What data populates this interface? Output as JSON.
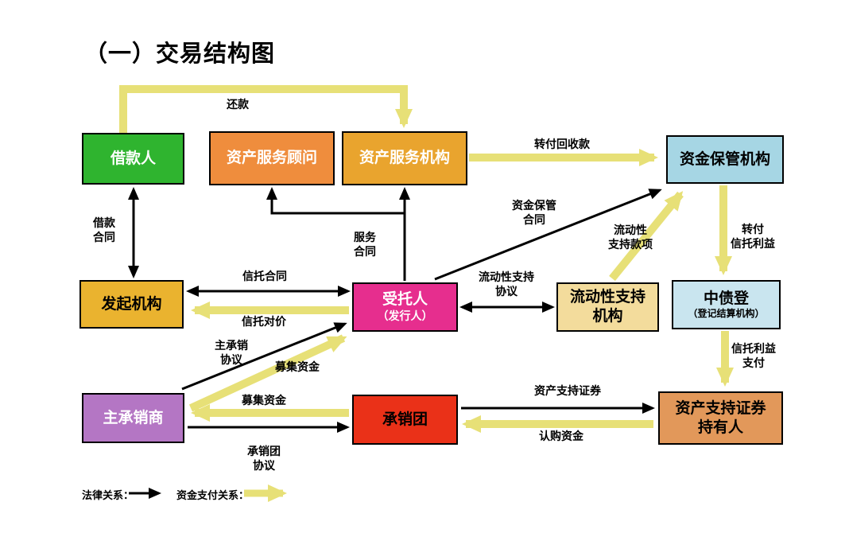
{
  "title": "（一）交易结构图",
  "boxes": {
    "borrower": {
      "label": "借款人"
    },
    "advisor": {
      "label": "资产服务顾问"
    },
    "servicer": {
      "label": "资产服务机构"
    },
    "custodian": {
      "label": "资金保管机构"
    },
    "originator": {
      "label": "发起机构"
    },
    "trustee": {
      "label": "受托人",
      "sub": "（发行人）"
    },
    "liquidity": {
      "label": "流动性支持\n机构"
    },
    "cdc": {
      "label": "中债登",
      "sub": "（登记结算机构）"
    },
    "lead_underwriter": {
      "label": "主承销商"
    },
    "syndicate": {
      "label": "承销团"
    },
    "holders": {
      "label": "资产支持证券\n持有人"
    }
  },
  "arrow_labels": {
    "repayment": "还款",
    "transfer_collections": "转付回收款",
    "loan_contract": "借款\n合同",
    "service_contract": "服务\n合同",
    "custody_contract": "资金保管\n合同",
    "liquidity_support_funds": "流动性\n支持款项",
    "transfer_trust_benefit": "转付\n信托利益",
    "trust_contract": "信托合同",
    "trust_consideration": "信托对价",
    "liquidity_support_agreement": "流动性支持\n协议",
    "lead_underwriting_agreement": "主承销\n协议",
    "raised_funds_to_trustee": "募集资金",
    "raised_funds_to_lead": "募集资金",
    "syndicate_agreement": "承销团\n协议",
    "abs_securities": "资产支持证券",
    "subscription_funds": "认购资金",
    "trust_benefit_payment": "信托利益\n支付"
  },
  "legend": {
    "legal_label": "法律关系：",
    "payment_label": "资金支付关系："
  },
  "colors": {
    "arrow_black": "#000000",
    "arrow_yellow": "#e7e077",
    "box_fill": {
      "borrower": "#2fb42f",
      "advisor": "#ef8d3d",
      "servicer": "#e9a42e",
      "custodian": "#a6d6e4",
      "originator": "#eab32f",
      "trustee": "#e62e8e",
      "liquidity": "#f3dc9c",
      "cdc": "#c9e5ef",
      "lead_underwriter": "#b476c4",
      "syndicate": "#ea3118",
      "holders": "#e2985a"
    },
    "box_text": {
      "borrower": "#ffffff",
      "advisor": "#ffffff",
      "servicer": "#ffffff",
      "custodian": "#000000",
      "originator": "#000000",
      "trustee": "#ffffff",
      "liquidity": "#000000",
      "cdc": "#000000",
      "lead_underwriter": "#ffffff",
      "syndicate": "#000000",
      "holders": "#000000"
    }
  }
}
